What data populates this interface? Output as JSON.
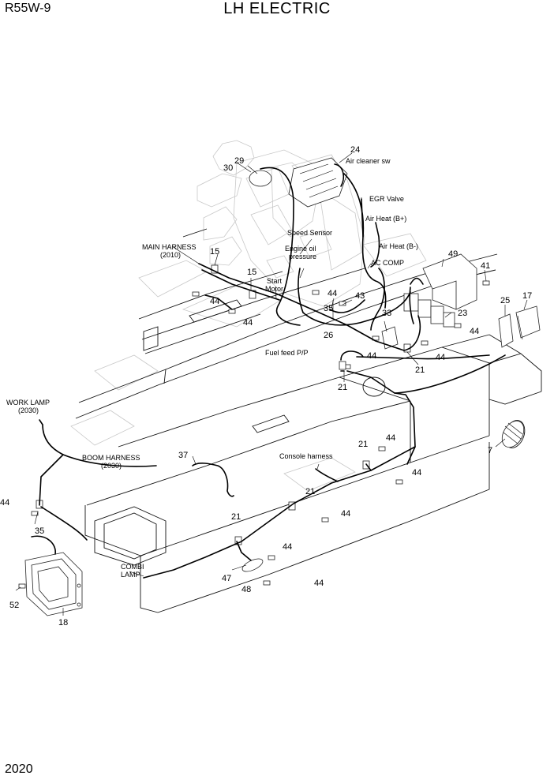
{
  "header": {
    "model": "R55W-9",
    "title": "LH ELECTRIC"
  },
  "footer": {
    "page_number": "2020"
  },
  "labels": {
    "air_cleaner_sw": "Air cleaner sw",
    "egr_valve": "EGR Valve",
    "air_heat_pos": "Air Heat (B+)",
    "air_heat_neg": "Air Heat (B-)",
    "speed_sensor": "Speed Sensor",
    "engine_oil_1": "Engine oil",
    "engine_oil_2": "pressure",
    "ac_comp": "AC COMP",
    "main_harness_1": "MAIN HARNESS",
    "main_harness_2": "(2010)",
    "start_motor_1": "Start",
    "start_motor_2": "Motor",
    "fuel_feed": "Fuel feed P/P",
    "work_lamp_1": "WORK LAMP",
    "work_lamp_2": "(2030)",
    "boom_harness_1": "BOOM HARNESS",
    "boom_harness_2": "(2030)",
    "console_harness": "Console harness",
    "combi_lamp_1": "COMBI",
    "combi_lamp_2": "LAMP"
  },
  "part_numbers": {
    "p24": "24",
    "p29": "29",
    "p30": "30",
    "p49": "49",
    "p41": "41",
    "p15a": "15",
    "p15b": "15",
    "p44_a": "44",
    "p44_b": "44",
    "p44_c": "44",
    "p44_d": "44",
    "p44_e": "44",
    "p44_f": "44",
    "p44_g": "44",
    "p44_h": "44",
    "p44_i": "44",
    "p44_j": "44",
    "p44_k": "44",
    "p44_l": "44",
    "p43": "43",
    "p35a": "35",
    "p35b": "35",
    "p26": "26",
    "p33": "33",
    "p23": "23",
    "p25": "25",
    "p17": "17",
    "p21a": "21",
    "p21b": "21",
    "p21c": "21",
    "p21d": "21",
    "p21e": "21",
    "p7": "7",
    "p37": "37",
    "p47": "47",
    "p48": "48",
    "p52": "52",
    "p18": "18"
  }
}
